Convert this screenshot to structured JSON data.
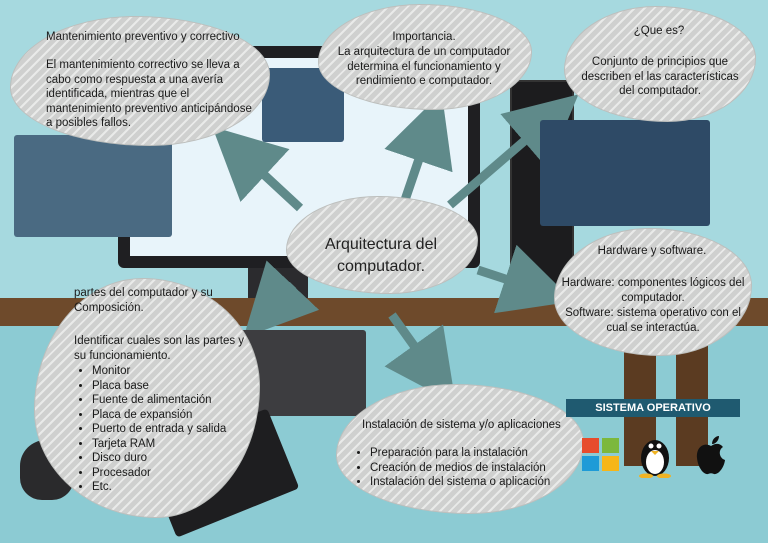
{
  "clouds": {
    "maintenance": {
      "title": "Mantenimiento preventivo y correctivo",
      "body": "El mantenimiento correctivo se lleva a cabo como respuesta a una avería identificada, mientras que el mantenimiento preventivo anticipándose a posibles fallos."
    },
    "importance": {
      "title": "Importancia.",
      "body": "La arquitectura de un computador determina el funcionamiento y rendimiento e computador."
    },
    "what_is": {
      "title": "¿Que es?",
      "body": "Conjunto de principios que describen el las características del computador."
    },
    "center": {
      "title": "Arquitectura del computador."
    },
    "hardware_software": {
      "title": "Hardware y software.",
      "hardware": "Hardware: componentes lógicos del computador.",
      "software": "Software: sistema operativo con el cual se interactúa."
    },
    "parts": {
      "title": "partes del computador y su Composición.",
      "intro": "Identificar cuales son las partes y su funcionamiento.",
      "items": [
        "Monitor",
        "Placa base",
        "Fuente de alimentación",
        "Placa de expansión",
        "Puerto de entrada y salida",
        "Tarjeta RAM",
        "Disco duro",
        "Procesador",
        "Etc."
      ]
    },
    "installation": {
      "title": "Instalación de sistema y/o aplicaciones",
      "items": [
        "Preparación para la instalación",
        "Creación de medios de instalación",
        "Instalación del sistema o aplicación"
      ]
    }
  },
  "os_banner": "SISTEMA OPERATIVO",
  "os_logos": [
    "windows-logo-icon",
    "linux-logo-icon",
    "apple-logo-icon"
  ]
}
